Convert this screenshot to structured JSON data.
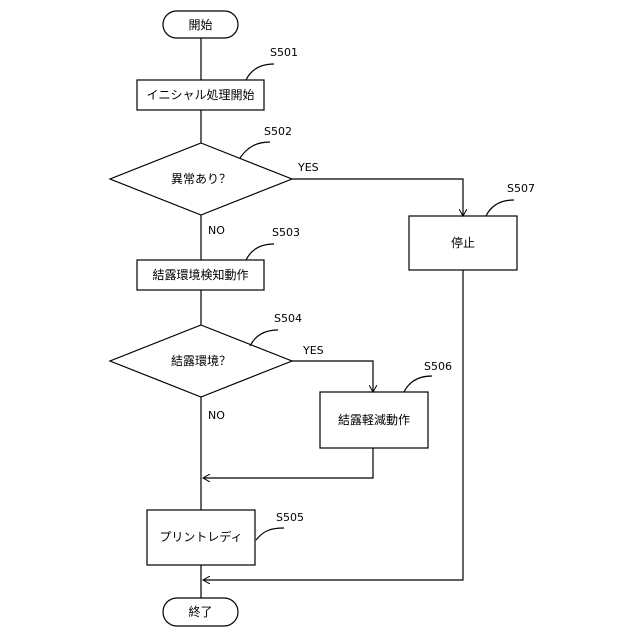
{
  "nodes": {
    "start": "開始",
    "s501": "イニシャル処理開始",
    "s502": "異常あり？",
    "s503": "結露環境検知動作",
    "s504": "結露環境？",
    "s505": "プリントレディ",
    "s506": "結露軽減動作",
    "s507": "停止",
    "end": "終了"
  },
  "step_labels": {
    "s501": "S501",
    "s502": "S502",
    "s503": "S503",
    "s504": "S504",
    "s505": "S505",
    "s506": "S506",
    "s507": "S507"
  },
  "branches": {
    "s502_yes": "YES",
    "s502_no": "NO",
    "s504_yes": "YES",
    "s504_no": "NO"
  }
}
